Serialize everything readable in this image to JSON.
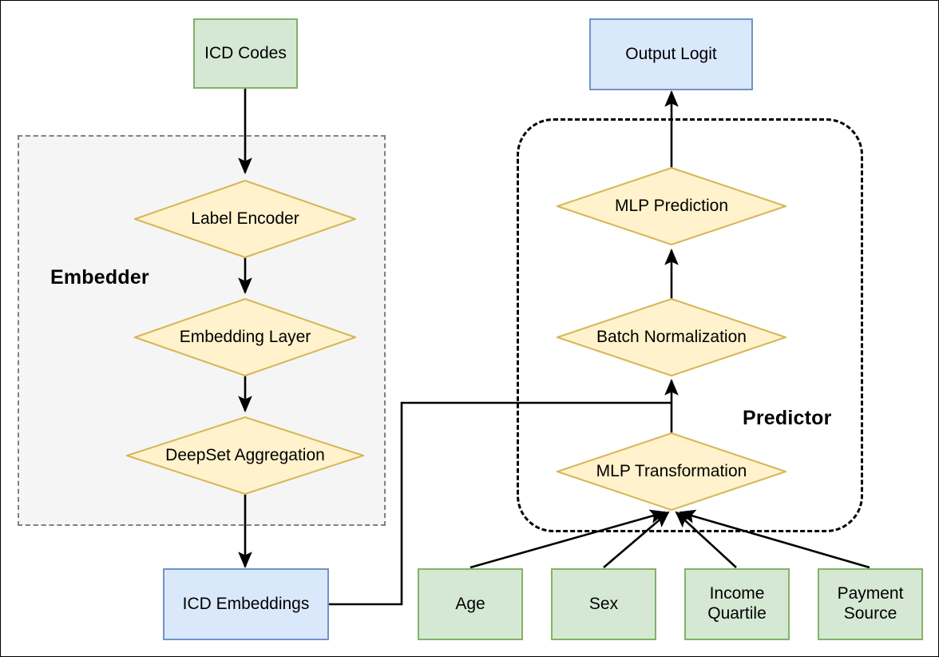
{
  "diagram": {
    "title": "Model architecture flowchart",
    "colors": {
      "green_fill": "#d5e8d4",
      "green_stroke": "#82b366",
      "blue_fill": "#dae8fc",
      "blue_stroke": "#7094c8",
      "yellow_fill": "#fff2cc",
      "yellow_stroke": "#d6b656",
      "embedder_group_fill": "#f5f5f5",
      "embedder_group_stroke": "#808080",
      "predictor_group_stroke": "#000000",
      "edge_stroke": "#000000"
    },
    "groups": [
      {
        "name": "embedder",
        "label": "Embedder",
        "style": "dashed-rect-gray"
      },
      {
        "name": "predictor",
        "label": "Predictor",
        "style": "dashed-roundrect-black"
      }
    ],
    "nodes": {
      "icd_codes": {
        "label": "ICD Codes",
        "shape": "rect",
        "color": "green"
      },
      "label_encoder": {
        "label": "Label Encoder",
        "shape": "diamond",
        "color": "yellow"
      },
      "embedding_layer": {
        "label": "Embedding Layer",
        "shape": "diamond",
        "color": "yellow"
      },
      "deepset_aggregation": {
        "label": "DeepSet Aggregation",
        "shape": "diamond",
        "color": "yellow"
      },
      "icd_embeddings": {
        "label": "ICD Embeddings",
        "shape": "rect",
        "color": "blue"
      },
      "output_logit": {
        "label": "Output Logit",
        "shape": "rect",
        "color": "blue"
      },
      "mlp_prediction": {
        "label": "MLP Prediction",
        "shape": "diamond",
        "color": "yellow"
      },
      "batch_normalization": {
        "label": "Batch Normalization",
        "shape": "diamond",
        "color": "yellow"
      },
      "mlp_transformation": {
        "label": "MLP Transformation",
        "shape": "diamond",
        "color": "yellow"
      },
      "age": {
        "label": "Age",
        "shape": "rect",
        "color": "green"
      },
      "sex": {
        "label": "Sex",
        "shape": "rect",
        "color": "green"
      },
      "income_quartile": {
        "label": "Income\nQuartile",
        "label_line1": "Income",
        "label_line2": "Quartile",
        "shape": "rect",
        "color": "green"
      },
      "payment_source": {
        "label": "Payment\nSource",
        "label_line1": "Payment",
        "label_line2": "Source",
        "shape": "rect",
        "color": "green"
      }
    },
    "edges": [
      {
        "from": "icd_codes",
        "to": "label_encoder",
        "arrow": true
      },
      {
        "from": "label_encoder",
        "to": "embedding_layer",
        "arrow": true
      },
      {
        "from": "embedding_layer",
        "to": "deepset_aggregation",
        "arrow": true
      },
      {
        "from": "deepset_aggregation",
        "to": "icd_embeddings",
        "arrow": true
      },
      {
        "from": "icd_embeddings",
        "to": "batch_normalization",
        "arrow": false,
        "routing": "orthogonal"
      },
      {
        "from": "mlp_transformation",
        "to": "batch_normalization",
        "arrow": true
      },
      {
        "from": "batch_normalization",
        "to": "mlp_prediction",
        "arrow": true
      },
      {
        "from": "mlp_prediction",
        "to": "output_logit",
        "arrow": true
      },
      {
        "from": "age",
        "to": "mlp_transformation",
        "arrow": true
      },
      {
        "from": "sex",
        "to": "mlp_transformation",
        "arrow": true
      },
      {
        "from": "income_quartile",
        "to": "mlp_transformation",
        "arrow": true
      },
      {
        "from": "payment_source",
        "to": "mlp_transformation",
        "arrow": true
      }
    ]
  }
}
